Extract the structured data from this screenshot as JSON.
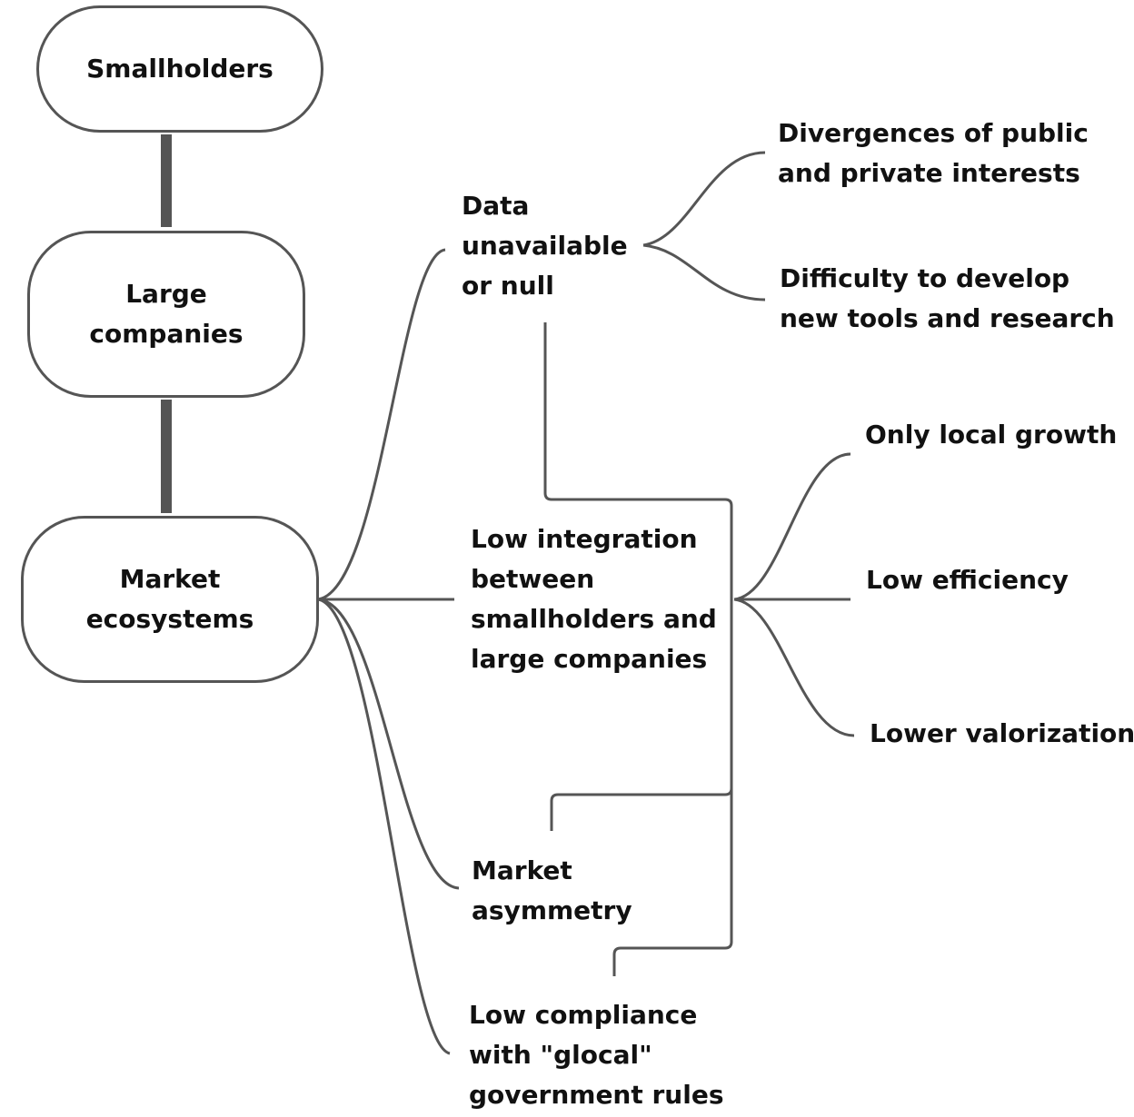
{
  "column": {
    "smallholders": "Smallholders",
    "large_companies": [
      "Large",
      "companies"
    ],
    "market_ecosystems": [
      "Market",
      "ecosystems"
    ]
  },
  "branches": {
    "data_unavailable": [
      "Data",
      "unavailable",
      "or null"
    ],
    "low_integration": [
      "Low integration",
      "between",
      "smallholders and",
      "large companies"
    ],
    "market_asymmetry": [
      "Market",
      "asymmetry"
    ],
    "low_compliance": [
      "Low compliance",
      "with \"glocal\"",
      "government rules"
    ]
  },
  "data_consequences": {
    "divergences": [
      "Divergences of public",
      "and private interests"
    ],
    "difficulty": [
      "Difficulty to develop",
      "new tools and research"
    ]
  },
  "integration_consequences": {
    "local_growth": "Only local growth",
    "low_efficiency": "Low efficiency",
    "lower_valorization": "Lower valorization"
  },
  "colors": {
    "line": "#555555",
    "connector": "#5a5a5a",
    "text": "#111111"
  }
}
